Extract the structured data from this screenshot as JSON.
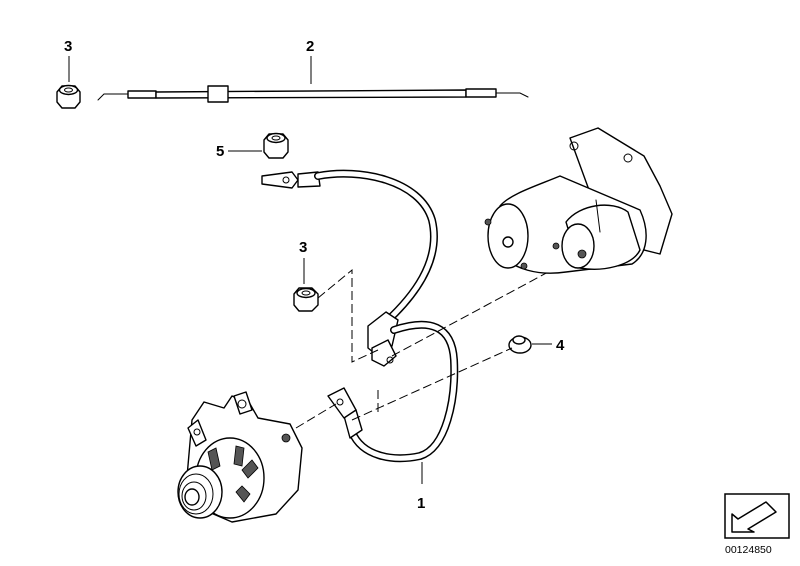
{
  "callouts": [
    {
      "id": "1",
      "label": "1"
    },
    {
      "id": "2",
      "label": "2"
    },
    {
      "id": "3a",
      "label": "3"
    },
    {
      "id": "3b",
      "label": "3"
    },
    {
      "id": "4",
      "label": "4"
    },
    {
      "id": "5",
      "label": "5"
    }
  ],
  "catalog_number": "00124850",
  "icons": {
    "nav_arrow": "arrow-down-left-icon"
  }
}
